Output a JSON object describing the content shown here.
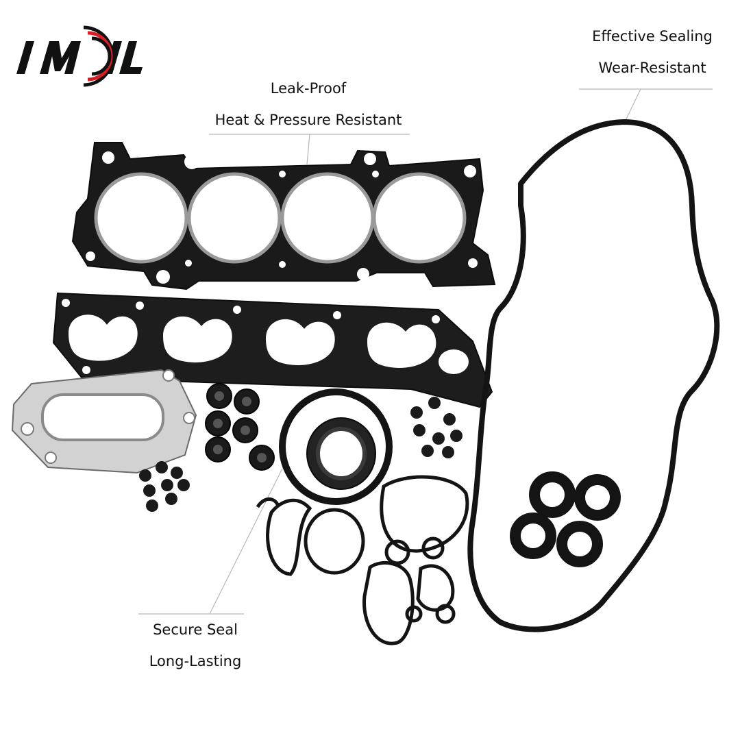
{
  "brand": {
    "logo_text": "IMJL",
    "colors": {
      "black": "#111111",
      "red": "#d61f26"
    }
  },
  "callouts": {
    "top_center": {
      "line1": "Leak-Proof",
      "line2": "Heat & Pressure Resistant"
    },
    "top_right": {
      "line1": "Effective Sealing",
      "line2": "Wear-Resistant"
    },
    "bottom_left": {
      "line1": "Secure Seal",
      "line2": "Long-Lasting"
    }
  },
  "product": {
    "name_icon": "engine-gasket-kit",
    "colors": {
      "rubber": "#151515",
      "metal": "#2a2a2a",
      "steel": "#c9c9c9"
    }
  }
}
